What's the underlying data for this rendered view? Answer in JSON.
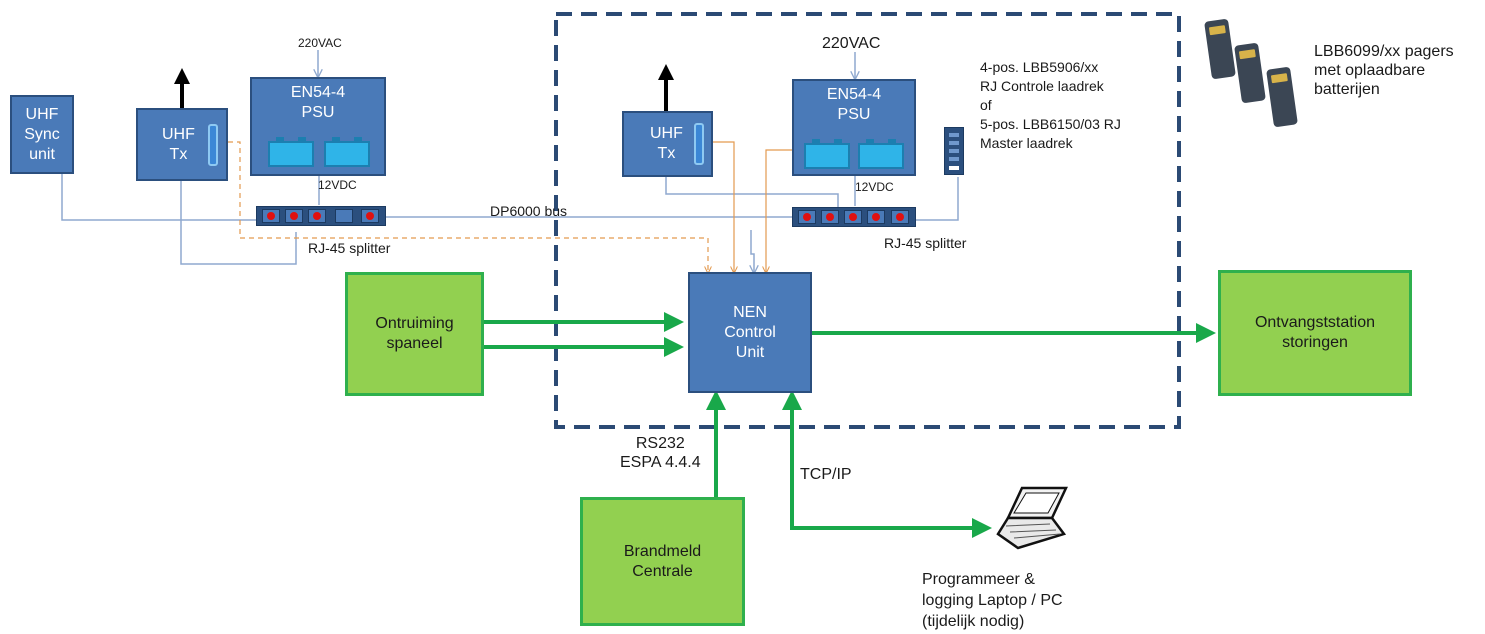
{
  "colors": {
    "blue_box": "#4a7ab8",
    "blue_border": "#2b4f7e",
    "green_box": "#92d050",
    "green_border": "#2fb04d",
    "green_arrow": "#19a84a",
    "wire_blue": "#8fa9cf",
    "wire_orange": "#e39a4f",
    "dashed_border": "#2b4a74"
  },
  "nodes": {
    "uhf_sync": "UHF\nSync\nunit",
    "uhf_tx_left": "UHF\nTx",
    "psu_left": "EN54-4\nPSU",
    "uhf_tx_right": "UHF\nTx",
    "psu_right": "EN54-4\nPSU",
    "nen_control": "NEN\nControl\nUnit",
    "ontruiming": "Ontruiming\nspaneel",
    "ontvangst": "Ontvangststation\nstoringen",
    "brandmeld": "Brandmeld\nCentrale"
  },
  "labels": {
    "vac_left": "220VAC",
    "vac_right": "220VAC",
    "vdc_left": "12VDC",
    "vdc_right": "12VDC",
    "bus": "DP6000 bus",
    "splitter_left": "RJ-45 splitter",
    "splitter_right": "RJ-45 splitter",
    "rack_desc": "4-pos. LBB5906/xx\nRJ Controle laadrek\nof\n5-pos. LBB6150/03 RJ\nMaster laadrek",
    "pagers_desc": "LBB6099/xx pagers\nmet oplaadbare\nbatterijen",
    "rs232": "RS232\nESPA 4.4.4",
    "tcpip": "TCP/IP",
    "laptop": "Programmeer &\nlogging Laptop / PC\n(tijdelijk nodig)"
  },
  "icons": [
    "antenna-arrow-icon",
    "battery-icon",
    "laptop-icon",
    "pager-icon",
    "charging-rack-icon",
    "rj45-port-icon"
  ]
}
